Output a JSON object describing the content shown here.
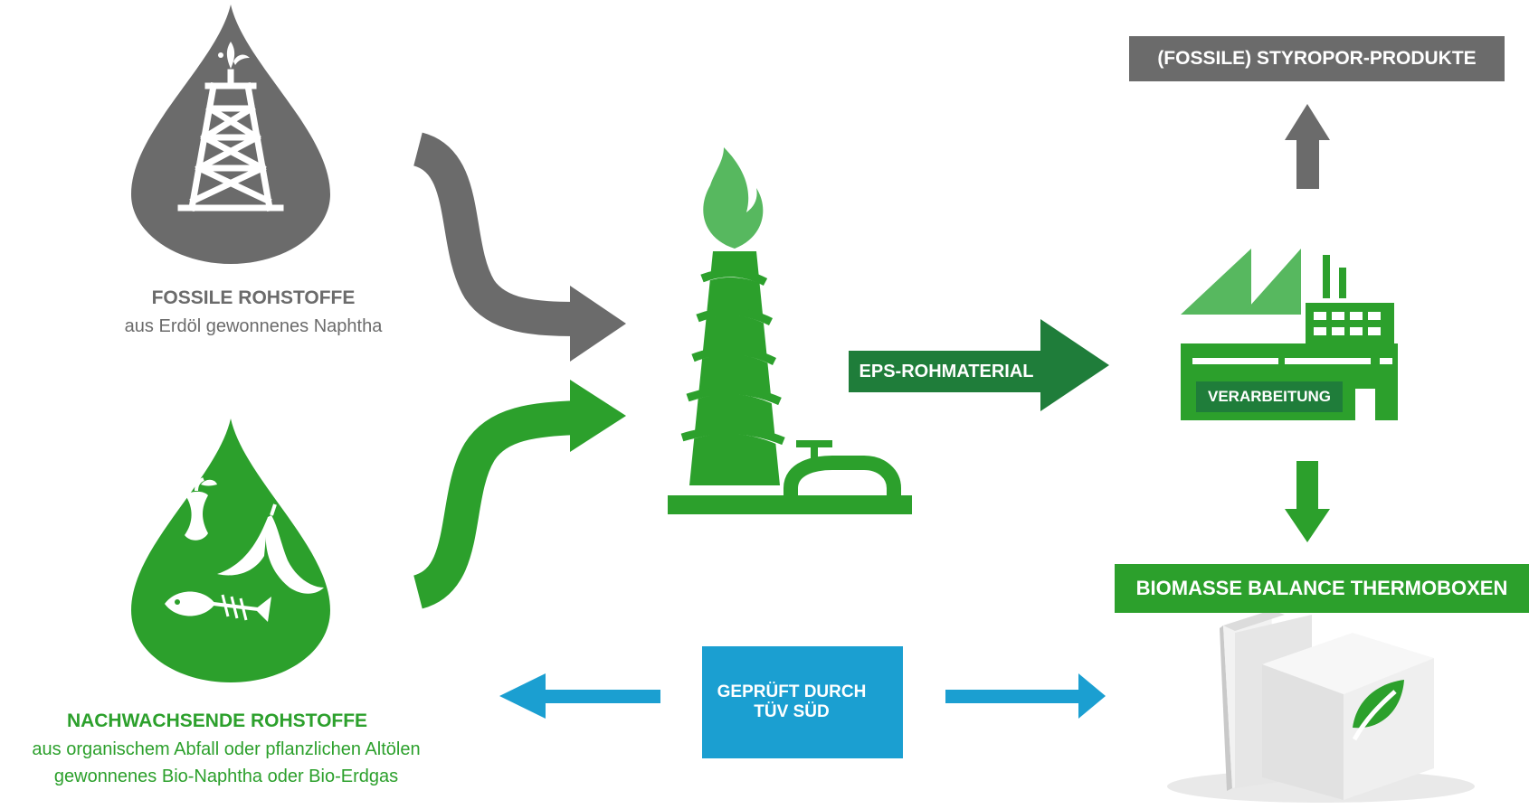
{
  "fossil": {
    "title": "FOSSILE ROHSTOFFE",
    "subtitle": "aus Erdöl gewonnenes Naphtha",
    "icon": "oil-rig-drop-icon",
    "color": "#6b6b6b"
  },
  "renewable": {
    "title": "NACHWACHSENDE ROHSTOFFE",
    "subtitle_line1": "aus organischem Abfall oder pflanzlichen Altölen",
    "subtitle_line2": "gewonnenes Bio-Naphtha oder Bio-Erdgas",
    "icon": "organic-waste-drop-icon",
    "color": "#2ca02c"
  },
  "process": {
    "eps_label": "EPS-ROHMATERIAL",
    "verarbeitung_label": "VERARBEITUNG",
    "refinery_icon": "refinery-flame-icon",
    "factory_icon": "factory-icon"
  },
  "outputs": {
    "fossil_products": "(FOSSILE) STYROPOR-PRODUKTE",
    "biomass_products": "BIOMASSE BALANCE THERMOBOXEN",
    "thermobox_icon": "thermobox-leaf-icon"
  },
  "certification": {
    "line1": "GEPRÜFT DURCH",
    "line2": "TÜV SÜD",
    "icon": "checkbox-icon",
    "color": "#1b9fd1"
  },
  "colors": {
    "gray": "#6b6b6b",
    "green": "#2ca02c",
    "light_green": "#57b85f",
    "dark_green": "#1f7d3a",
    "blue": "#1b9fd1"
  }
}
